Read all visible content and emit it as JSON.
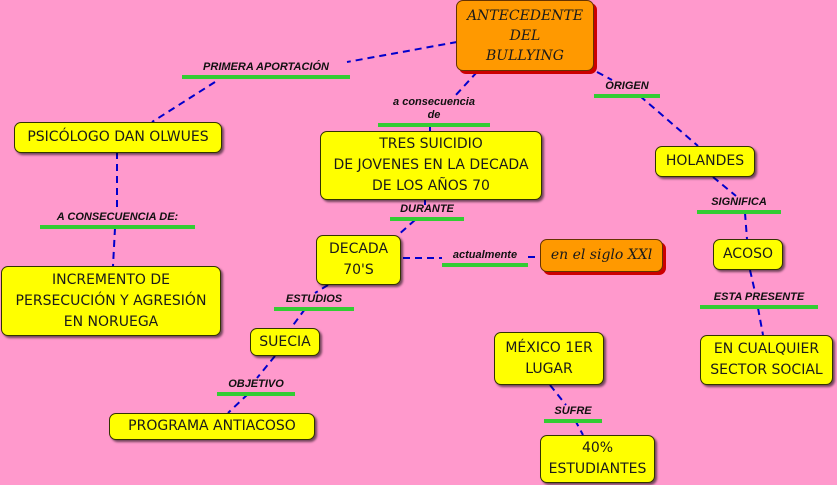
{
  "concept_map": {
    "nodes": {
      "main": "ANTECEDENTE\nDEL\nBULLYING",
      "olwues": "PSICÓLOGO DAN OLWUES",
      "incremento": "INCREMENTO DE\nPERSECUCIÓN Y AGRESIÓN\nEN NORUEGA",
      "suicidio": "TRES SUICIDIO\nDE JOVENES EN LA DECADA\nDE LOS AÑOS 70",
      "decada": "DECADA\n70'S",
      "siglo": "en el siglo XXl",
      "suecia": "SUECIA",
      "programa": "PROGRAMA  ANTIACOSO",
      "mexico": "MÉXICO 1ER\nLUGAR",
      "estudiantes": "40%\nESTUDIANTES",
      "holandes": "HOLANDES",
      "acoso": "ACOSO",
      "sector": "EN CUALQUIER\nSECTOR SOCIAL"
    },
    "links": {
      "primera": "PRIMERA APORTACIÓN",
      "consecuencia_de": "A CONSECUENCIA DE:",
      "a_consecuencia": "a consecuencia\nde",
      "durante": "DURANTE",
      "actualmente": "actualmente",
      "estudios": "ESTUDIOS",
      "objetivo": "OBJETIVO",
      "sufre": "SUFRE",
      "origen": "ORIGEN",
      "significa": "SIGNIFICA",
      "esta_presente": "ESTA PRESENTE"
    },
    "colors": {
      "background": "#ff99cc",
      "node_fill": "#ffff00",
      "main_fill": "#ff9900",
      "connector": "#0000cc",
      "label_underline": "#33cc33"
    }
  }
}
